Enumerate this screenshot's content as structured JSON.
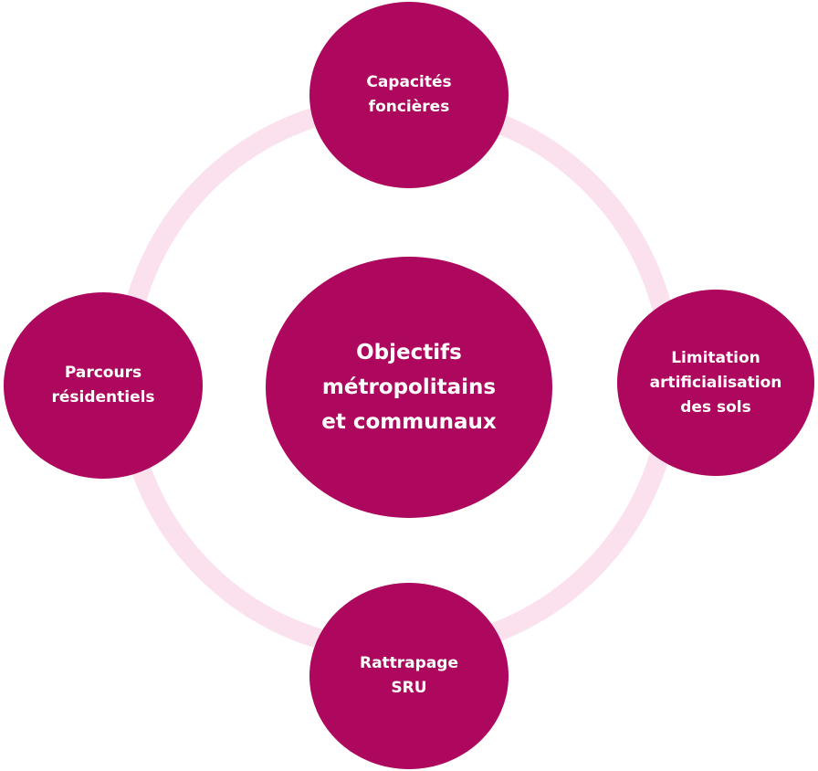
{
  "colors": {
    "node": "#ad075e",
    "ring": "#fbe0ee",
    "text": "#ffffff"
  },
  "center": {
    "label": "Objectifs\nmétropolitains\net  communaux"
  },
  "nodes": {
    "top": {
      "label": "Capacités\nfoncières"
    },
    "right": {
      "label": "Limitation\nartificialisation\ndes sols"
    },
    "bottom": {
      "label": "Rattrapage\nSRU"
    },
    "left": {
      "label": "Parcours\nrésidentiels"
    }
  }
}
